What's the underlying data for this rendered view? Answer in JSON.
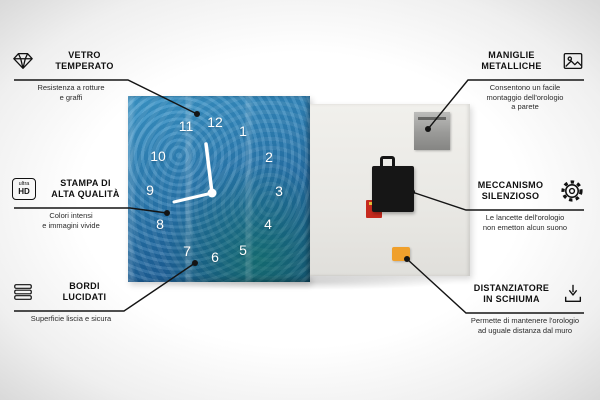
{
  "product": {
    "clock_numbers": {
      "n12": "12",
      "n11": "11",
      "n1": "1",
      "n10": "10",
      "n2": "2",
      "n9": "9",
      "n3": "3",
      "n8": "8",
      "n4": "4",
      "n7": "7",
      "n5": "5",
      "n6": "6"
    },
    "colors": {
      "clock_blue": "#2a7ab0",
      "clock_teal": "#1d8a78",
      "panel_gray": "#ecebe7",
      "foam_orange": "#f0a02c",
      "mechanism_black": "#161616",
      "battery_red": "#c62a1e"
    }
  },
  "callouts": {
    "vetro_temperato": {
      "title": "VETRO\nTEMPERATO",
      "desc": "Resistenza a rotture\ne graffi",
      "icon": "diamond-icon"
    },
    "stampa_alta_qualita": {
      "title": "STAMPA DI\nALTA QUALITÀ",
      "desc": "Colori intensi\ne immagini vivide",
      "icon": "ultra-hd-badge",
      "badge_top": "ultra",
      "badge_bottom": "HD"
    },
    "bordi_lucidati": {
      "title": "BORDI\nLUCIDATI",
      "desc": "Superficie liscia e sicura",
      "icon": "layers-icon"
    },
    "maniglie_metalliche": {
      "title": "MANIGLIE\nMETALLICHE",
      "desc": "Consentono un facile\nmontaggio dell'orologio\na parete",
      "icon": "picture-icon"
    },
    "meccanismo_silenzioso": {
      "title": "MECCANISMO\nSILENZIOSO",
      "desc": "Le lancette dell'orologio\nnon emetton alcun suono",
      "icon": "gear-icon"
    },
    "distanziatore_schiuma": {
      "title": "DISTANZIATORE\nIN SCHIUMA",
      "desc": "Permette di mantenere l'orologio\nad uguale distanza dal muro",
      "icon": "spacer-icon"
    }
  }
}
